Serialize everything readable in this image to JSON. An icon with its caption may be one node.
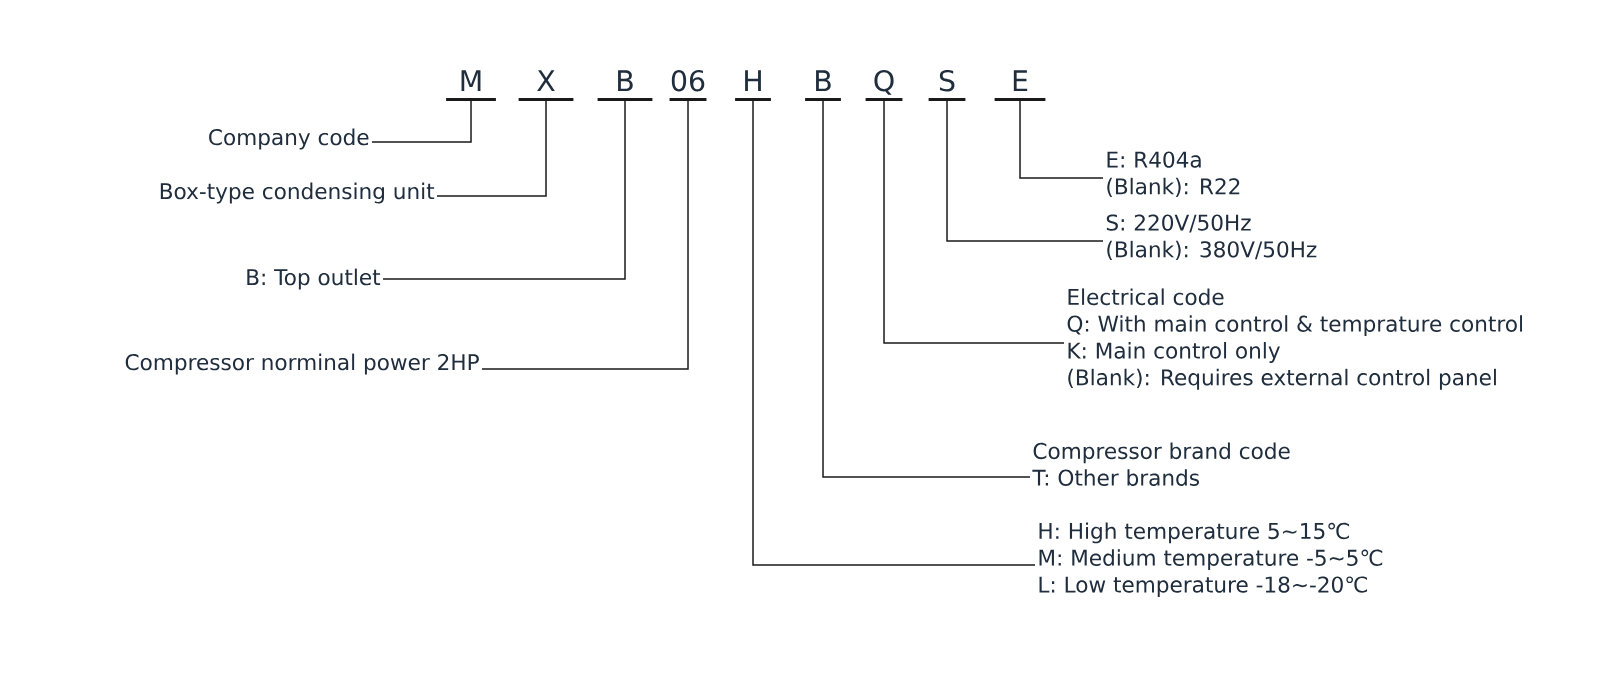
{
  "diagram": {
    "nodes": [
      {
        "text": [
          "M"
        ]
      },
      {
        "text": [
          "X"
        ]
      },
      {
        "text": [
          "B"
        ]
      },
      {
        "text": [
          "06"
        ]
      },
      {
        "text": [
          "H"
        ]
      },
      {
        "text": [
          "B"
        ]
      },
      {
        "text": [
          "Q"
        ]
      },
      {
        "text": [
          "S"
        ]
      },
      {
        "text": [
          "E"
        ]
      },
      {
        "text": [
          "Company code"
        ]
      },
      {
        "text": [
          "Box-type condensing unit"
        ]
      },
      {
        "text": [
          "B: Top outlet"
        ]
      },
      {
        "text": [
          "Compressor norminal power 2HP"
        ]
      },
      {
        "text": [
          "E: R404a",
          "(Blank): R22"
        ]
      },
      {
        "text": [
          "S: 220V/50Hz",
          "(Blank): 380V/50Hz"
        ]
      },
      {
        "text": [
          "Electrical code",
          "Q: With main control & temprature control",
          "K: Main control only",
          "(Blank): Requires external control panel"
        ]
      },
      {
        "text": [
          "Compressor brand code",
          "T: Other brands"
        ]
      },
      {
        "text": [
          "H: High temperature 5~15℃",
          "M: Medium temperature -5~5℃",
          "L: Low temperature -18~-20℃"
        ]
      }
    ],
    "edges": [
      {
        "from": 0,
        "to": 9,
        "arrow": "none"
      },
      {
        "from": 1,
        "to": 10,
        "arrow": "none"
      },
      {
        "from": 2,
        "to": 11,
        "arrow": "none"
      },
      {
        "from": 3,
        "to": 12,
        "arrow": "none"
      },
      {
        "from": 8,
        "to": 13,
        "arrow": "none"
      },
      {
        "from": 7,
        "to": 14,
        "arrow": "none"
      },
      {
        "from": 6,
        "to": 15,
        "arrow": "none"
      },
      {
        "from": 5,
        "to": 16,
        "arrow": "none"
      },
      {
        "from": 4,
        "to": 17,
        "arrow": "none"
      }
    ]
  }
}
